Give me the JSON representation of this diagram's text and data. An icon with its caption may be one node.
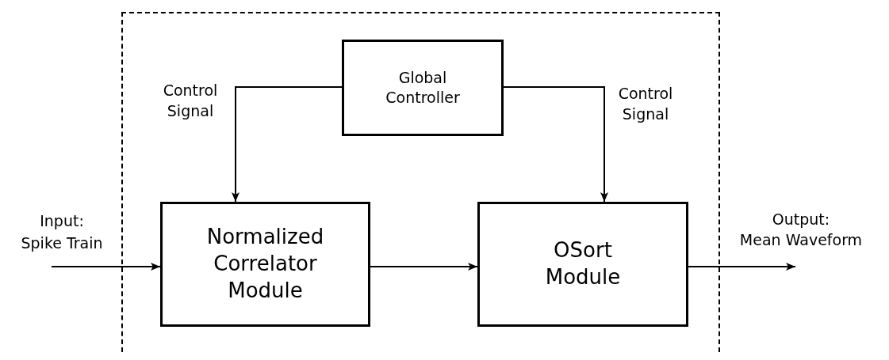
{
  "diagram": {
    "nodes": [
      {
        "text": [],
        "shape": "box"
      },
      {
        "text": [
          "Global Controller"
        ],
        "in": 0
      },
      {
        "text": [
          "Normalized Correlator Module"
        ],
        "in": 0
      },
      {
        "text": [
          "OSort Module"
        ],
        "in": 0
      }
    ],
    "edges": [
      {
        "from": null,
        "to": 2,
        "arrow": "to"
      },
      {
        "from": 2,
        "to": 3,
        "arrow": "to"
      },
      {
        "from": 3,
        "to": null,
        "arrow": "to"
      },
      {
        "from": 1,
        "to": 2,
        "arrow": "to",
        "label": "Control Signal"
      },
      {
        "from": 1,
        "to": 3,
        "arrow": "to",
        "label": "Control Signal"
      }
    ],
    "labels": [
      "Input:",
      "Spike Train",
      "Output:",
      "Mean Waveform"
    ]
  }
}
